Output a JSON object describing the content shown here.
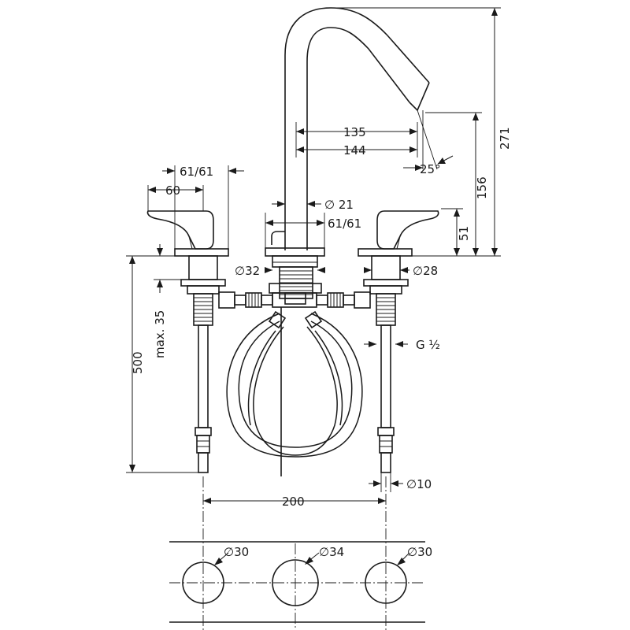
{
  "dimensions": {
    "d_61_61_left": "61/61",
    "d_60": "60",
    "d_135": "135",
    "d_144": "144",
    "d_25deg": "25°",
    "d_271": "271",
    "d_156": "156",
    "d_51": "51",
    "d_dia21": "∅ 21",
    "d_61_61_center": "61/61",
    "d_dia32": "∅32",
    "d_dia28": "∅28",
    "d_max35": "max. 35",
    "d_500": "500",
    "d_g_half": "G ½",
    "d_dia10": "∅10",
    "d_200": "200",
    "d_hole_left": "∅30",
    "d_hole_center": "∅34",
    "d_hole_right": "∅30"
  }
}
